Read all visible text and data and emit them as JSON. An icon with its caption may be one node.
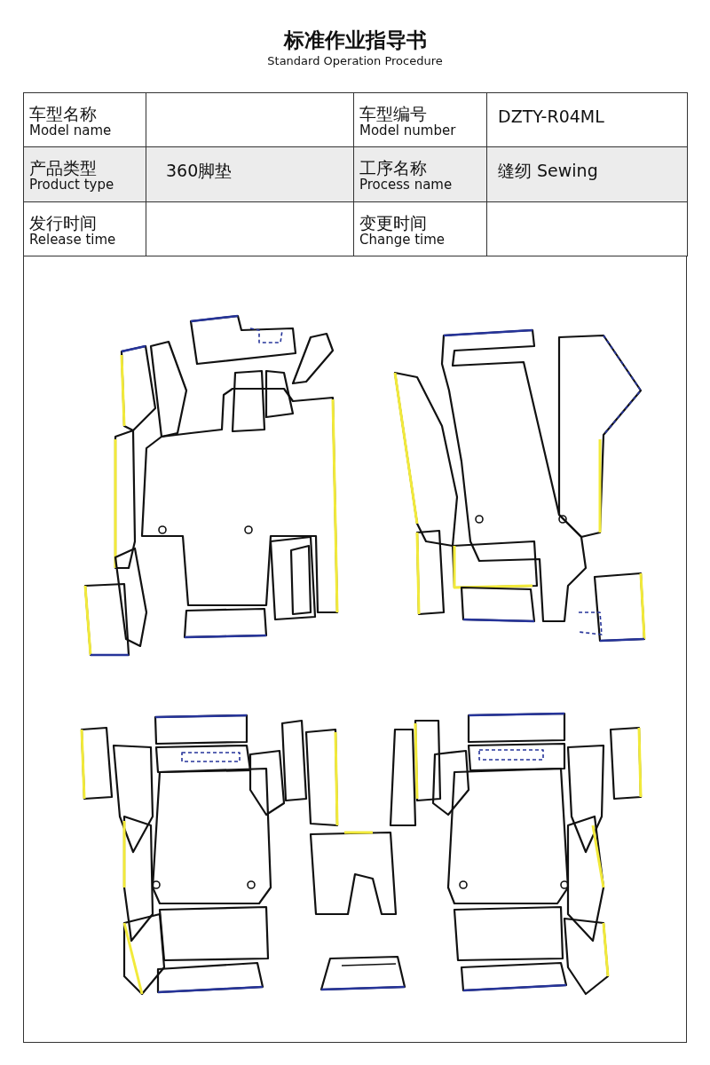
{
  "diagram": {
    "title": "标准作业指导书",
    "labels": [
      "Standard Operation Procedure",
      "车型名称",
      "Model name",
      "车型编号",
      "Model number",
      "DZTY-R04ML",
      "产品类型",
      "Product type",
      "360脚垫",
      "工序名称",
      "Process name",
      "缝纫 Sewing",
      "发行时间",
      "Release time",
      "变更时间",
      "Change time"
    ]
  }
}
